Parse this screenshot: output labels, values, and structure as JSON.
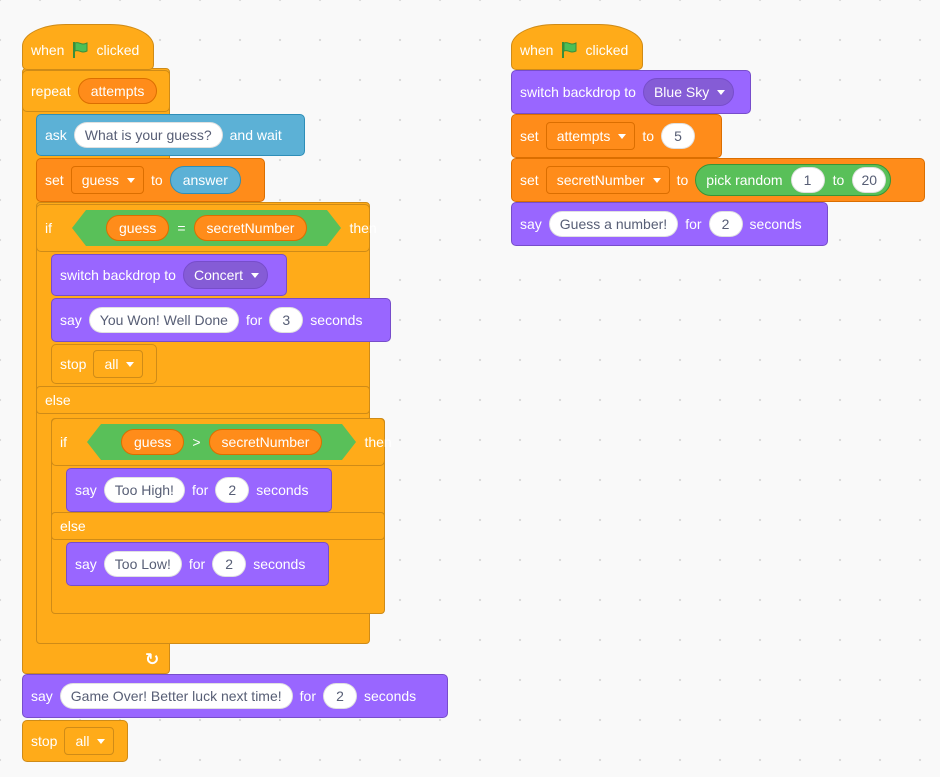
{
  "colors": {
    "control": "#ffab19",
    "looks": "#9966ff",
    "sensing": "#5cb1d6",
    "variables": "#ff8c1a",
    "operators": "#59c059",
    "flag": "#4cbf56"
  },
  "script1": {
    "when": "when",
    "flag_icon": "green-flag-icon",
    "clicked": "clicked",
    "repeat": "repeat",
    "repeat_var": "attempts",
    "ask": {
      "label": "ask",
      "question": "What is your guess?",
      "suffix": "and wait"
    },
    "set_guess": {
      "label": "set",
      "var": "guess",
      "to": "to",
      "value": "answer"
    },
    "if1": {
      "label": "if",
      "left": "guess",
      "op": "=",
      "right": "secretNumber",
      "then": "then"
    },
    "switch_backdrop": {
      "label": "switch backdrop to",
      "value": "Concert"
    },
    "say_won": {
      "label": "say",
      "text": "You Won! Well Done",
      "for": "for",
      "secs": "3",
      "unit": "seconds"
    },
    "stop_inner": {
      "label": "stop",
      "value": "all"
    },
    "else1": "else",
    "if2": {
      "label": "if",
      "left": "guess",
      "op": ">",
      "right": "secretNumber",
      "then": "then"
    },
    "say_high": {
      "label": "say",
      "text": "Too High!",
      "for": "for",
      "secs": "2",
      "unit": "seconds"
    },
    "else2": "else",
    "say_low": {
      "label": "say",
      "text": "Too Low!",
      "for": "for",
      "secs": "2",
      "unit": "seconds"
    },
    "repeat_arrow": "↻",
    "say_over": {
      "label": "say",
      "text": "Game Over! Better luck next time!",
      "for": "for",
      "secs": "2",
      "unit": "seconds"
    },
    "stop_final": {
      "label": "stop",
      "value": "all"
    }
  },
  "script2": {
    "when": "when",
    "flag_icon": "green-flag-icon",
    "clicked": "clicked",
    "switch_backdrop": {
      "label": "switch backdrop to",
      "value": "Blue Sky"
    },
    "set_attempts": {
      "label": "set",
      "var": "attempts",
      "to": "to",
      "value": "5"
    },
    "set_secret": {
      "label": "set",
      "var": "secretNumber",
      "to": "to",
      "random_label": "pick random",
      "from": "1",
      "to2": "to",
      "max": "20"
    },
    "say_guess": {
      "label": "say",
      "text": "Guess a number!",
      "for": "for",
      "secs": "2",
      "unit": "seconds"
    }
  }
}
